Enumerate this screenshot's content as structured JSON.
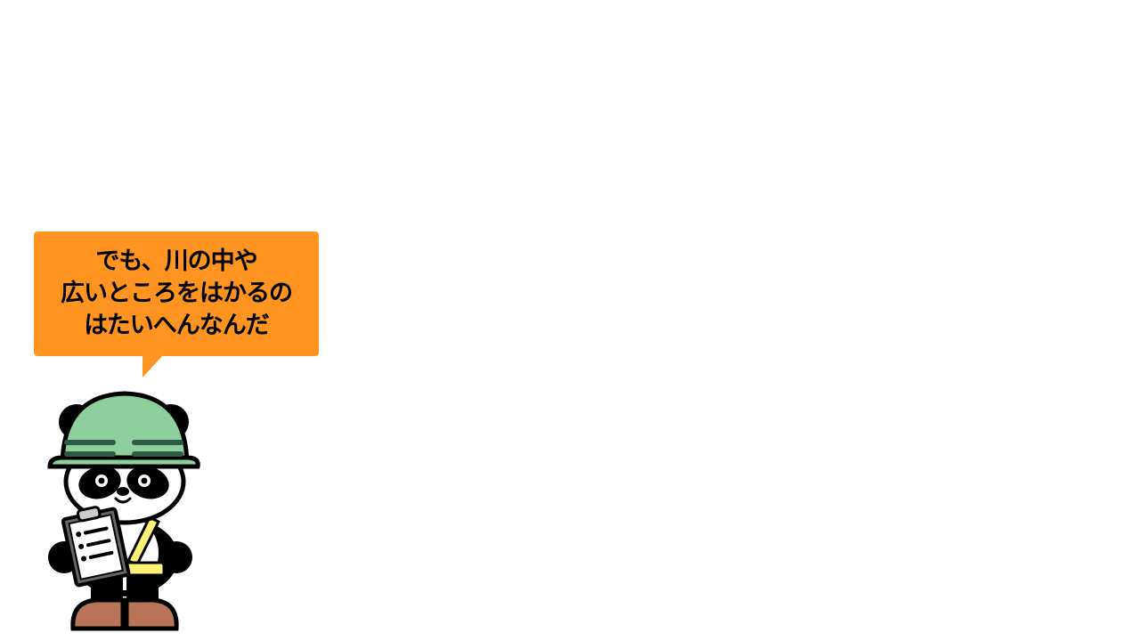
{
  "speech_bubble": {
    "lines": [
      "でも、川の中や",
      "広いところをはかるの",
      "はたいへんなんだ"
    ],
    "color": "#ff9420"
  },
  "character": {
    "icon": "panda-worker-icon",
    "helmet_color": "#8ecf9e",
    "vest_color": "#fff176",
    "boot_color": "#b87458"
  }
}
